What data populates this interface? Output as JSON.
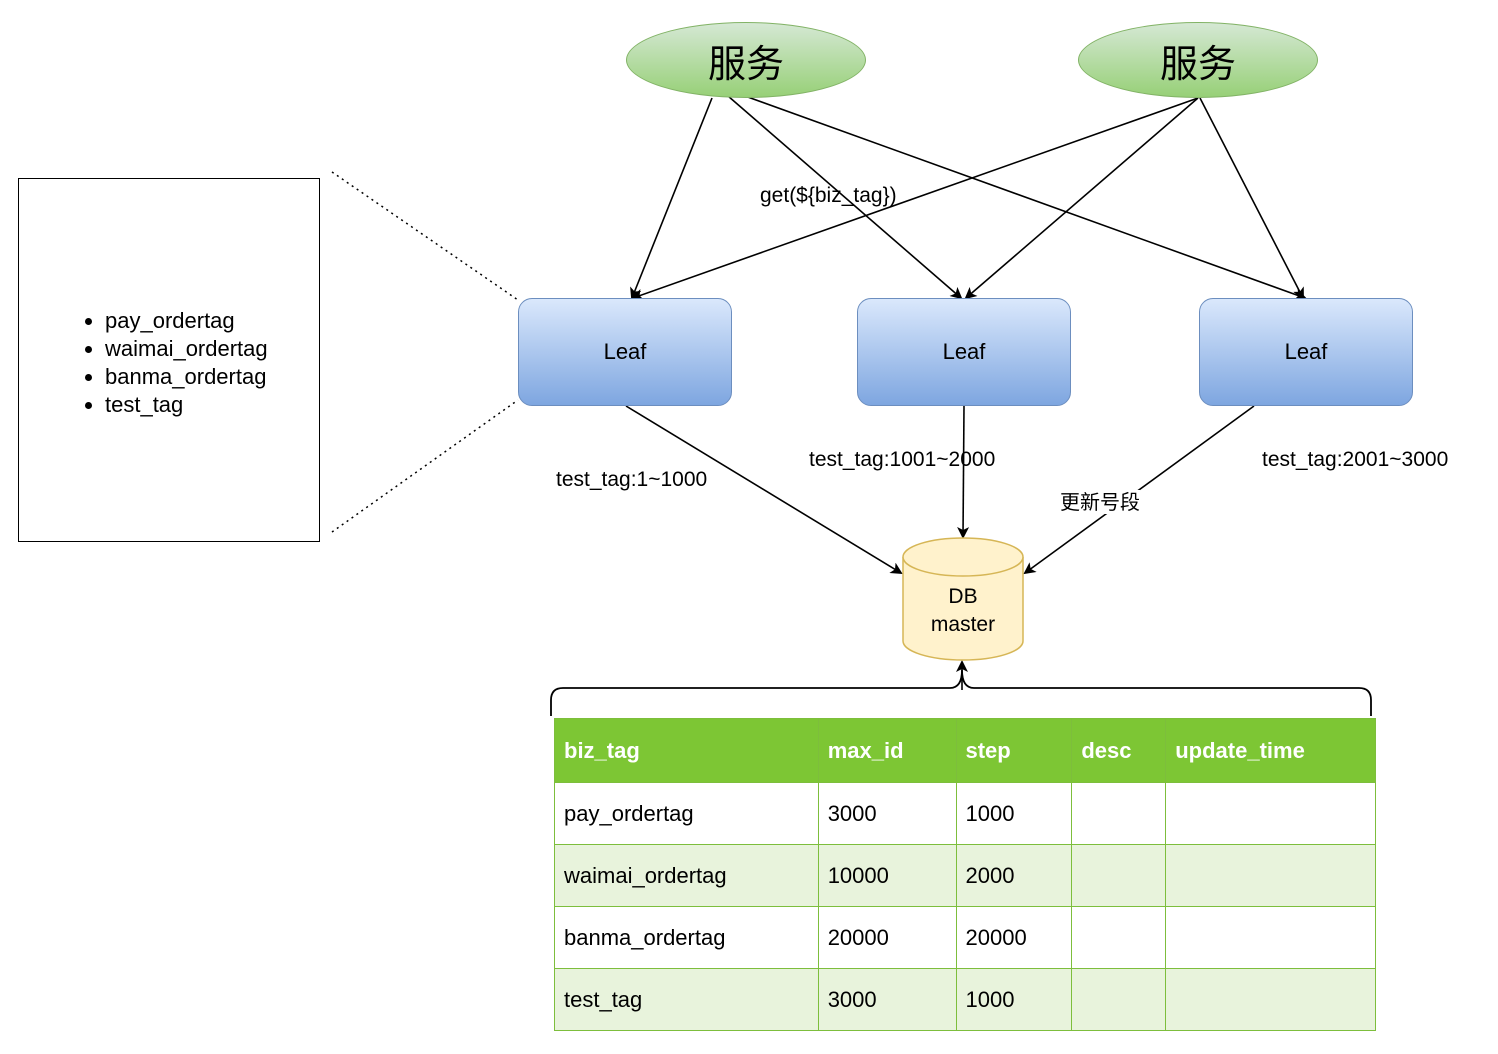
{
  "services": [
    {
      "label": "服务"
    },
    {
      "label": "服务"
    }
  ],
  "leaves": [
    {
      "label": "Leaf"
    },
    {
      "label": "Leaf"
    },
    {
      "label": "Leaf"
    }
  ],
  "edge_labels": {
    "get": "get(${biz_tag})",
    "range1": "test_tag:1~1000",
    "range2": "test_tag:1001~2000",
    "range3": "test_tag:2001~3000",
    "update": "更新号段"
  },
  "db": {
    "line1": "DB",
    "line2": "master"
  },
  "tag_list": [
    "pay_ordertag",
    "waimai_ordertag",
    "banma_ordertag",
    "test_tag"
  ],
  "table": {
    "headers": [
      "biz_tag",
      "max_id",
      "step",
      "desc",
      "update_time"
    ],
    "rows": [
      [
        "pay_ordertag",
        "3000",
        "1000",
        "",
        ""
      ],
      [
        "waimai_ordertag",
        "10000",
        "2000",
        "",
        ""
      ],
      [
        "banma_ordertag",
        "20000",
        "20000",
        "",
        ""
      ],
      [
        "test_tag",
        "3000",
        "1000",
        "",
        ""
      ]
    ]
  },
  "colors": {
    "service_fill": "#97d077",
    "leaf_fill": "#7ea6e0",
    "db_fill": "#fff2cc",
    "table_header": "#7dc634",
    "table_alt_row": "#e8f3dc"
  }
}
